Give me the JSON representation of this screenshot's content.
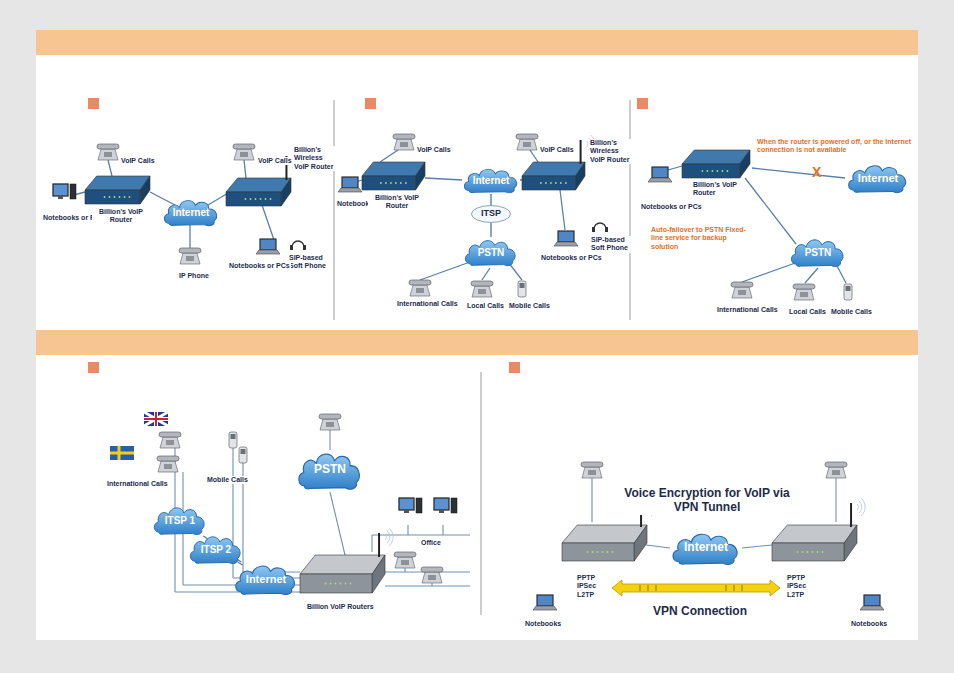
{
  "diagram": {
    "nodes": [
      {
        "text": [
          "Internet"
        ]
      },
      {
        "text": [
          "Internet"
        ]
      },
      {
        "text": [
          "ITSP"
        ]
      },
      {
        "text": [
          "PSTN"
        ]
      },
      {
        "text": [
          "Internet"
        ]
      },
      {
        "text": [
          "PSTN"
        ]
      },
      {
        "text": [
          "PSTN"
        ]
      },
      {
        "text": [
          "ITSP 1"
        ]
      },
      {
        "text": [
          "ITSP 2"
        ]
      },
      {
        "text": [
          "Internet"
        ]
      },
      {
        "text": [
          "Internet"
        ]
      }
    ],
    "edges": [
      {
        "from": 1,
        "to": 2,
        "arrow": "none"
      },
      {
        "from": 2,
        "to": 3,
        "arrow": "none"
      },
      {
        "from": 9,
        "to": 7,
        "arrow": "none"
      },
      {
        "from": 9,
        "to": 8,
        "arrow": "none"
      }
    ],
    "labels": [
      "VoIP Calls",
      "VoIP Calls",
      "Billion's Wireless VoIP Router",
      "Notebooks or PCs",
      "Billion's VoIP Router",
      "IP Phone",
      "SIP-based Soft Phone",
      "Notebooks or PCs",
      "VoIP Calls",
      "Notebooks or PCs",
      "Billion's VoIP Router",
      "VoIP Calls",
      "Billion's Wireless VoIP Router",
      "SIP-based Soft Phone",
      "Notebooks or PCs",
      "International Calls",
      "Local Calls",
      "Mobile Calls",
      "When the router is powered off, or the Internet connection is not available",
      "X",
      "Notebooks or PCs",
      "Billion's VoIP Router",
      "Auto-failover to PSTN Fixed-line service for backup solution",
      "International Calls",
      "Local Calls",
      "Mobile Calls",
      "International Calls",
      "Mobile Calls",
      "Office",
      "Billion VoIP Routers",
      "Voice Encryption for VoIP via VPN Tunnel",
      "PPTP IPSec L2TP",
      "PPTP IPSec L2TP",
      "VPN Connection",
      "Notebooks",
      "Notebooks"
    ]
  }
}
